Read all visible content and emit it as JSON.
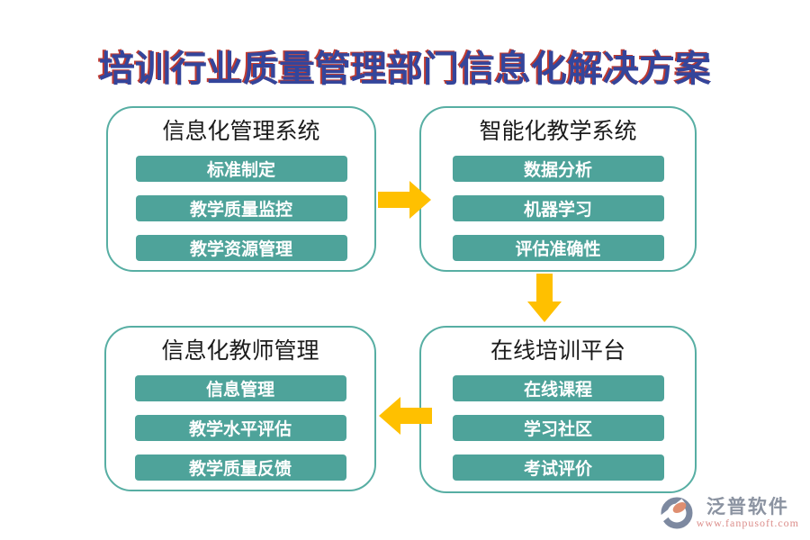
{
  "title": "培训行业质量管理部门信息化解决方案",
  "boxes": [
    {
      "title": "信息化管理系统",
      "items": [
        "标准制定",
        "教学质量监控",
        "教学资源管理"
      ]
    },
    {
      "title": "智能化教学系统",
      "items": [
        "数据分析",
        "机器学习",
        "评估准确性"
      ]
    },
    {
      "title": "信息化教师管理",
      "items": [
        "信息管理",
        "教学水平评估",
        "教学质量反馈"
      ]
    },
    {
      "title": "在线培训平台",
      "items": [
        "在线课程",
        "学习社区",
        "考试评价"
      ]
    }
  ],
  "arrows": [
    {
      "name": "arrow-right",
      "from": "信息化管理系统",
      "to": "智能化教学系统"
    },
    {
      "name": "arrow-down",
      "from": "智能化教学系统",
      "to": "在线培训平台"
    },
    {
      "name": "arrow-left",
      "from": "在线培训平台",
      "to": "信息化教师管理"
    }
  ],
  "footer": {
    "brand": "泛普软件",
    "url": "www.fanpusoft.com"
  },
  "colors": {
    "title_blue": "#34459b",
    "title_red_shadow": "#bf3b32",
    "box_border_teal": "#57aea3",
    "item_teal": "#4ea39a",
    "arrow_yellow": "#ffc000",
    "logo_gray": "#8b93a1",
    "logo_salmon": "#df8e70",
    "url_pink": "#dc8e8b"
  }
}
